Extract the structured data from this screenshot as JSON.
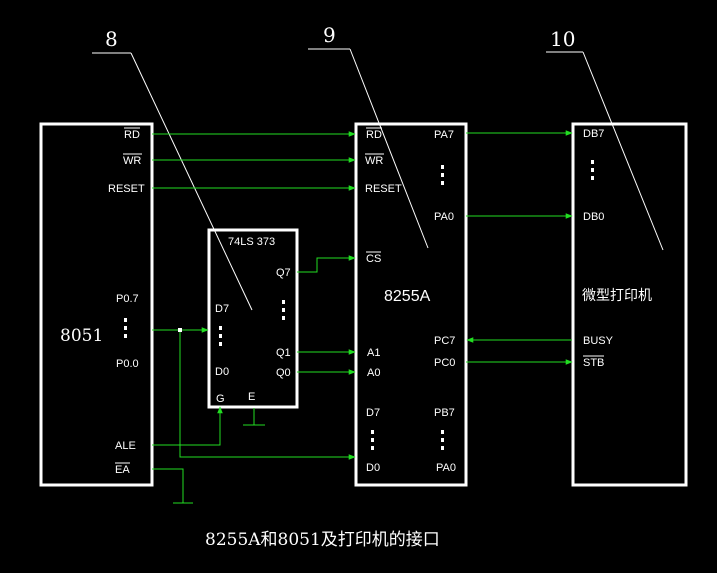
{
  "callouts": {
    "n8": "8",
    "n9": "9",
    "n10": "10"
  },
  "chip8051": {
    "name": "8051",
    "pins": {
      "rd": "RD",
      "wr": "WR",
      "reset": "RESET",
      "p07": "P0.7",
      "p00": "P0.0",
      "ale": "ALE",
      "ea": "EA"
    }
  },
  "latch": {
    "name": "74LS 373",
    "pins": {
      "d7": "D7",
      "d0": "D0",
      "q7": "Q7",
      "q1": "Q1",
      "q0": "Q0",
      "g": "G",
      "e": "E"
    }
  },
  "chip8255": {
    "name": "8255A",
    "pins": {
      "rd": "RD",
      "wr": "WR",
      "reset": "RESET",
      "cs": "CS",
      "a1": "A1",
      "a0": "A0",
      "d7": "D7",
      "d0": "D0",
      "pa7": "PA7",
      "pa0": "PA0",
      "pc7": "PC7",
      "pc0": "PC0",
      "pb7": "PB7",
      "pb0": "PA0"
    }
  },
  "printer": {
    "name": "微型打印机",
    "pins": {
      "db7": "DB7",
      "db0": "DB0",
      "busy": "BUSY",
      "stb": "STB"
    }
  },
  "caption": "8255A和8051及打印机的接口",
  "colors": {
    "background": "#000000",
    "outline": "#ffffff",
    "wire": "#22dd22"
  }
}
